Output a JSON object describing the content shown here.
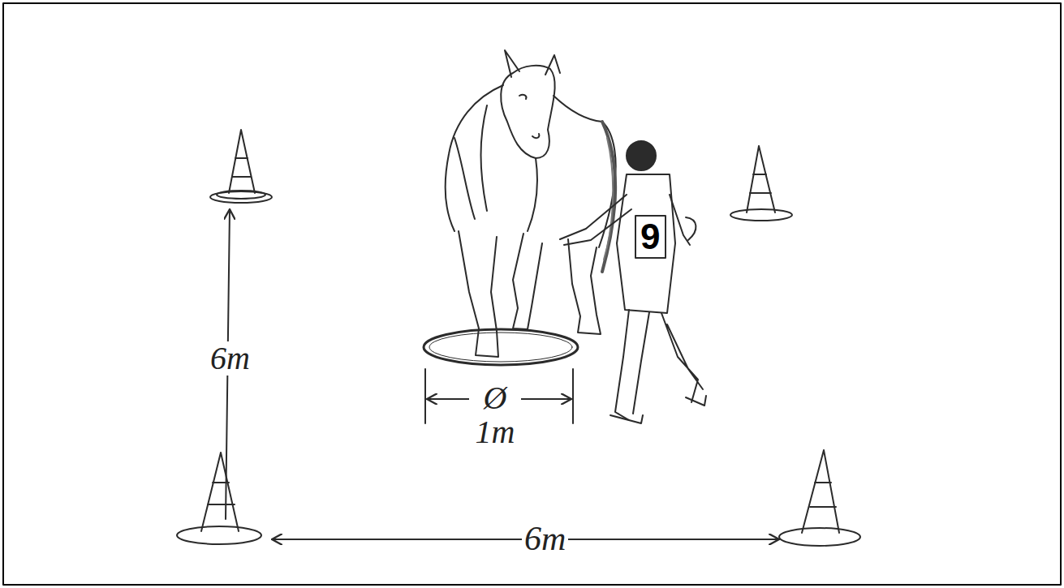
{
  "diagram": {
    "labels": [
      "9",
      "6m",
      "Ø 1m",
      "6m"
    ]
  }
}
